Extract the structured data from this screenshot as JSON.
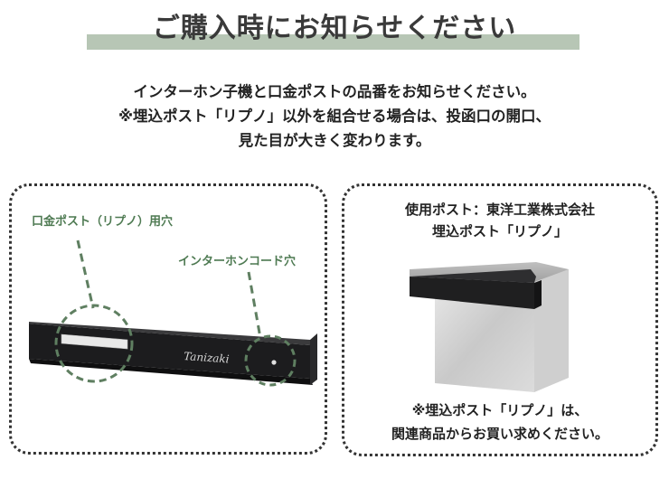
{
  "title": "ご購入時にお知らせください",
  "intro": {
    "line1": "インターホン子機と口金ポストの品番をお知らせください。",
    "line2": "※埋込ポスト「リプノ」以外を組合せる場合は、投函口の開口、",
    "line3": "見た目が大きく変わります。"
  },
  "left_panel": {
    "label_slot": "口金ポスト（リプノ）用穴",
    "label_intercom": "インターホンコード穴",
    "brand_mark": "Tanizaki"
  },
  "right_panel": {
    "spec_line1": "使用ポスト：東洋工業株式会社",
    "spec_line2": "埋込ポスト「リプノ」",
    "note_line1": "※埋込ポスト「リプノ」は、",
    "note_line2": "関連商品からお買い求めください。"
  },
  "colors": {
    "title_bar": "#b7c6b5",
    "label_green": "#4e7a52",
    "plate_black": "#1c1c1e"
  }
}
